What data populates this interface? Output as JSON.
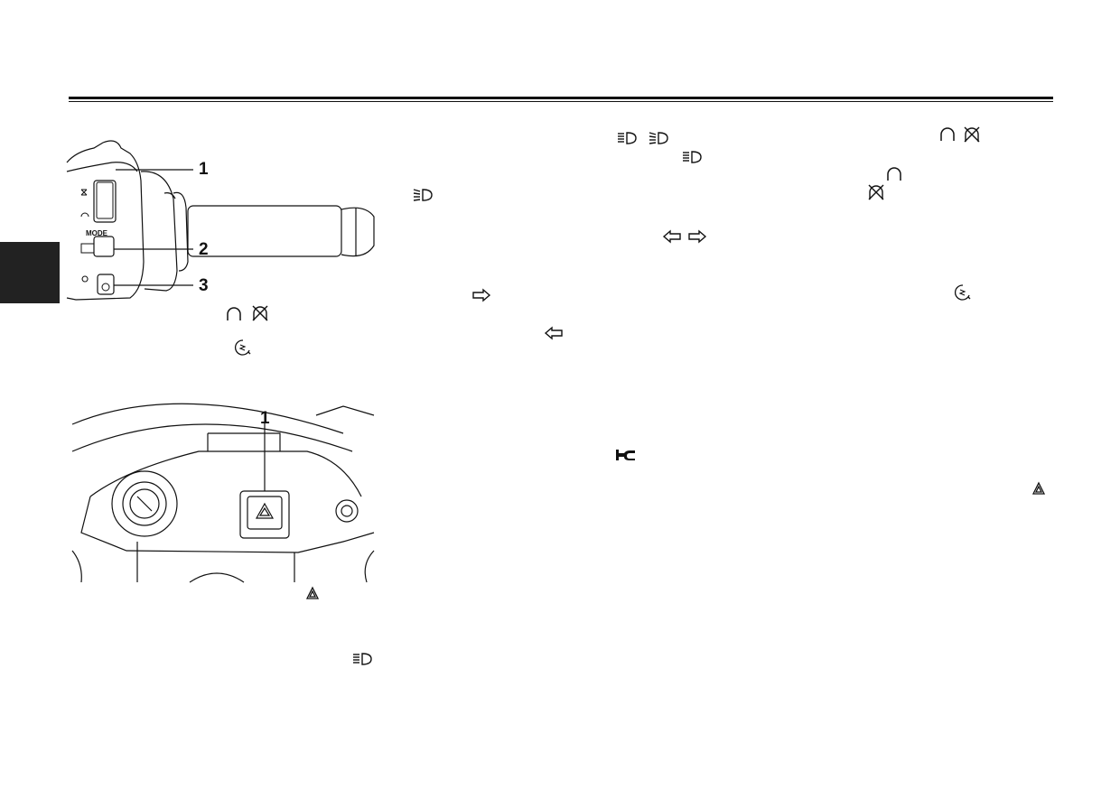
{
  "figure1": {
    "callouts": [
      "1",
      "2",
      "3"
    ],
    "mode_label": "MODE"
  },
  "figure2": {
    "callouts": [
      "1"
    ]
  },
  "icon_names": {
    "high_beam": "high-beam-icon",
    "passing": "passing-icon",
    "turn_left": "turn-left-arrow-icon",
    "turn_right": "turn-right-arrow-icon",
    "horn": "horn-icon",
    "hazard": "hazard-icon",
    "start": "start-icon",
    "run": "engine-run-icon",
    "stop": "engine-stop-icon"
  },
  "colors": {
    "ink": "#111111",
    "tab": "#222222"
  }
}
